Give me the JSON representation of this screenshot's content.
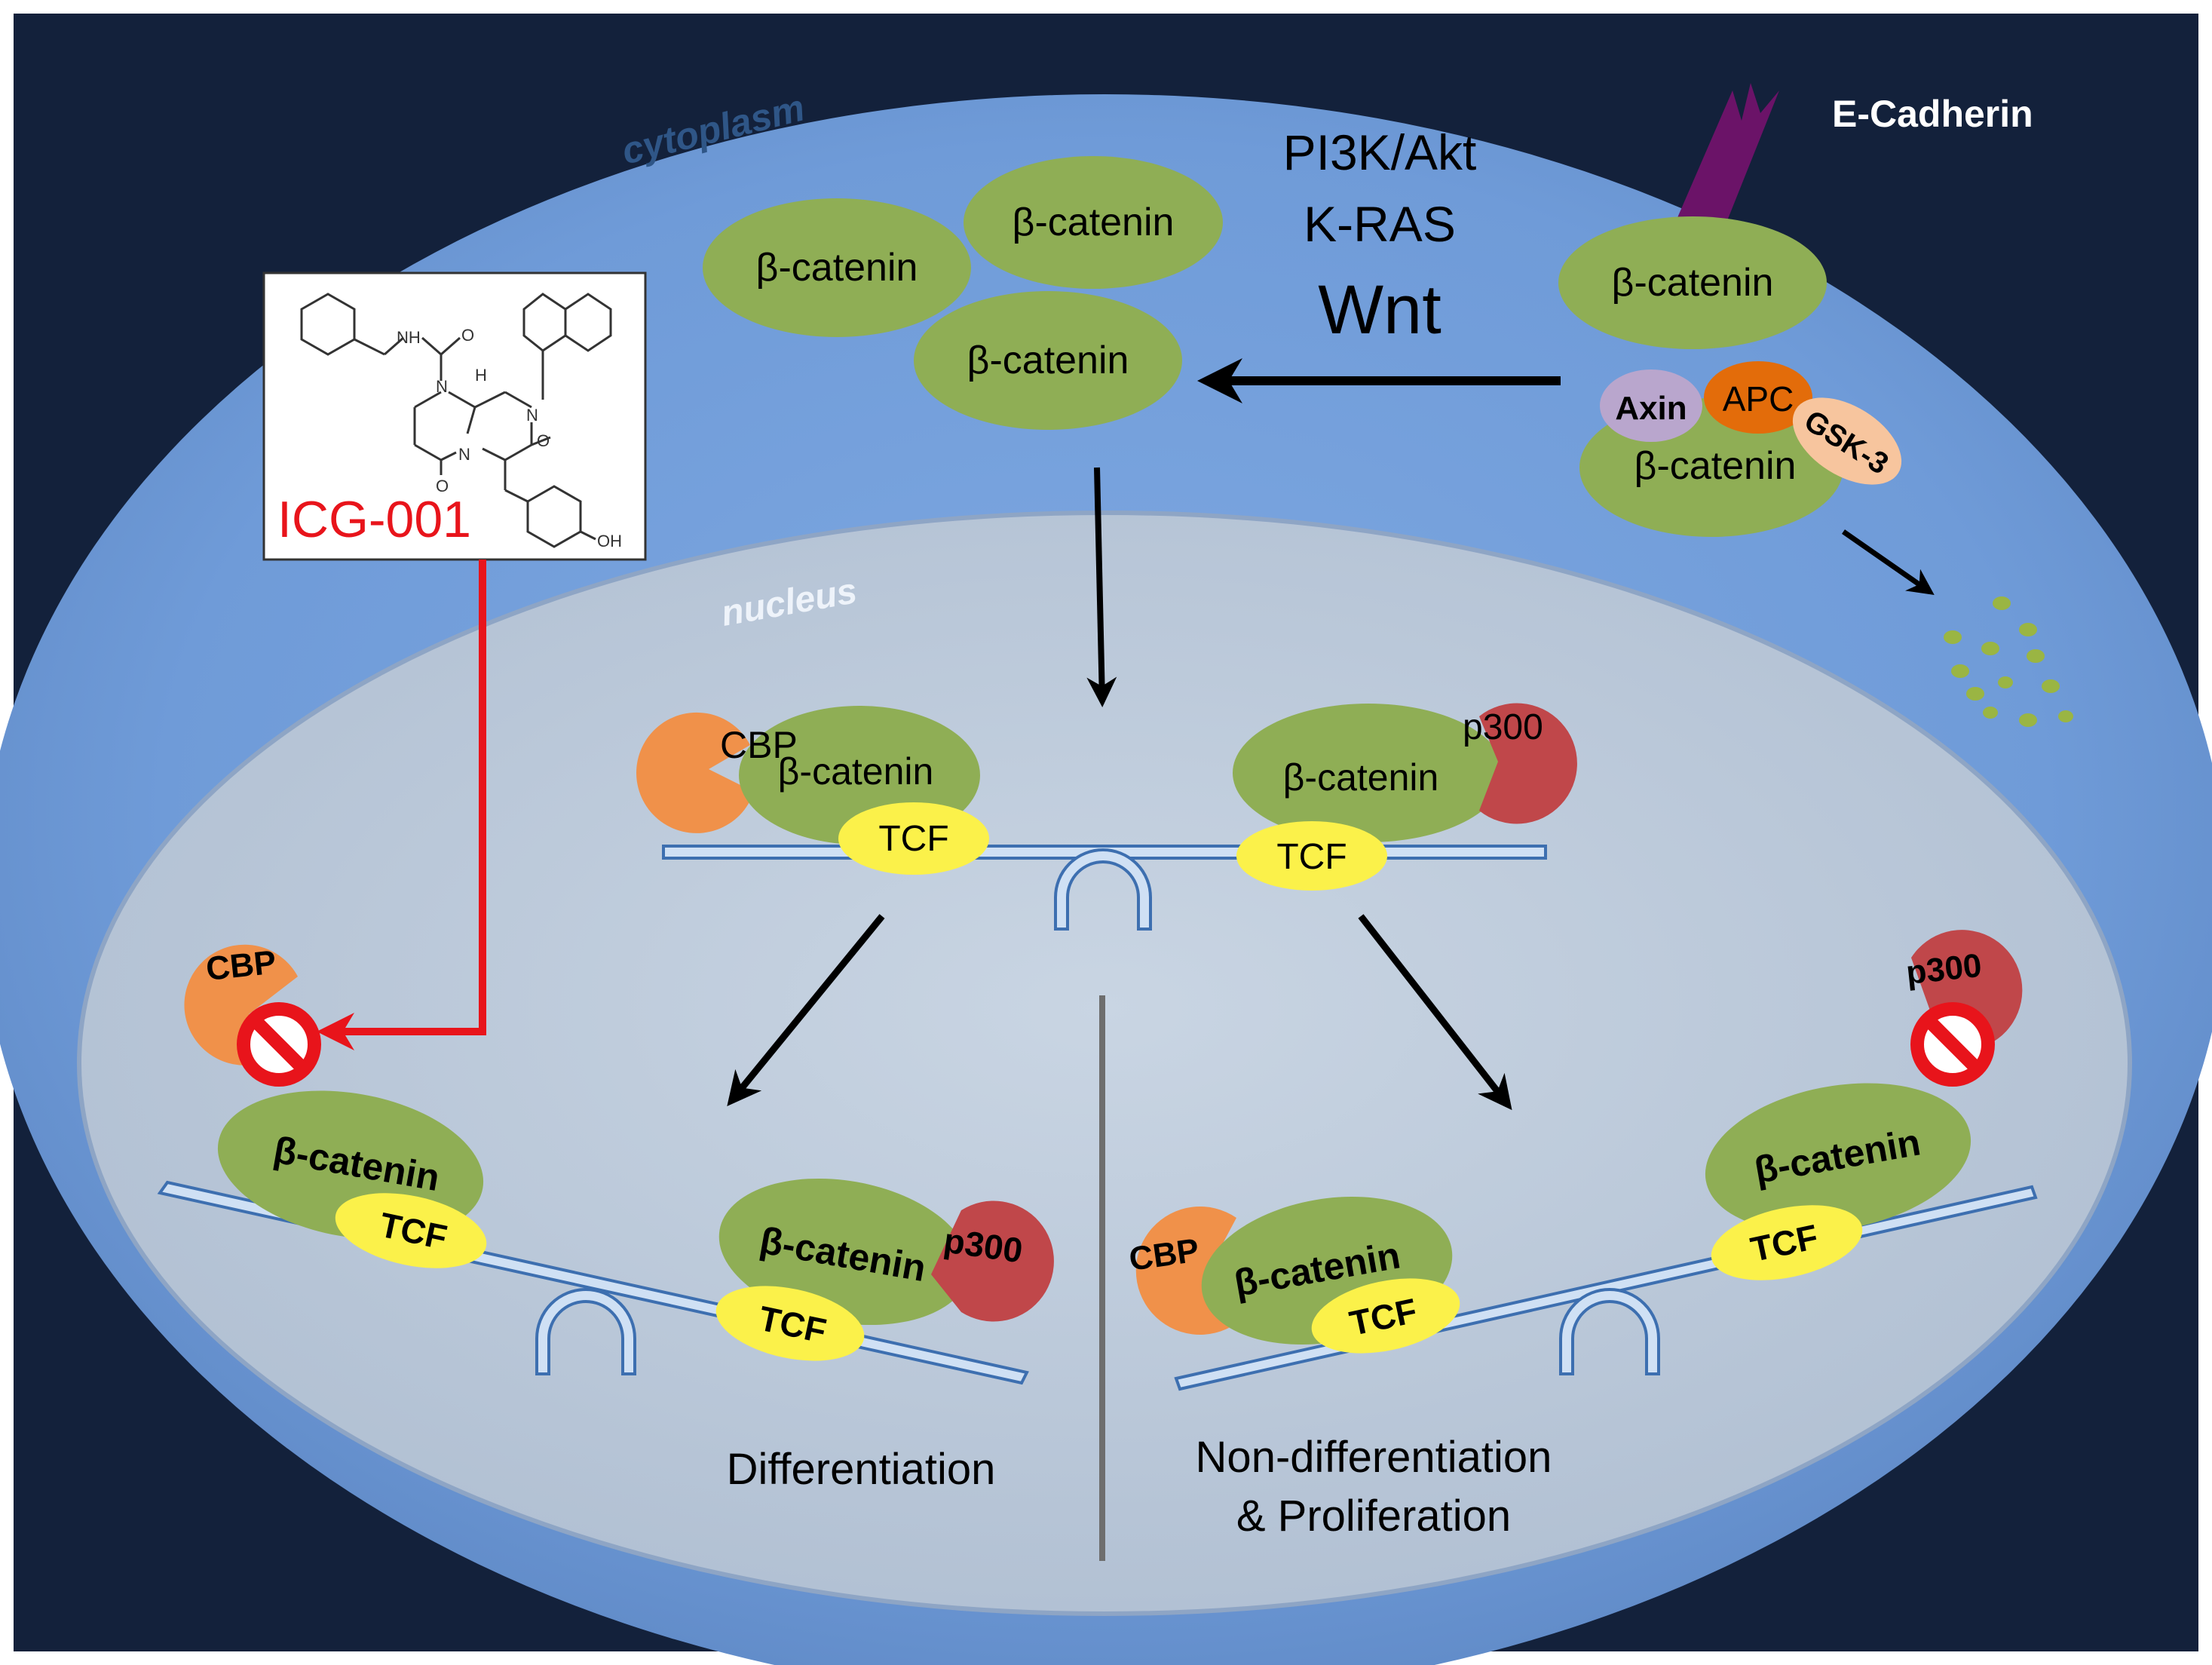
{
  "labels": {
    "cytoplasm": "cytoplasm",
    "nucleus": "nucleus",
    "e_cadherin": "E-Cadherin",
    "pi3k_akt": "PI3K/Akt",
    "k_ras": "K-RAS",
    "wnt": "Wnt",
    "drug_name": "ICG-001",
    "differentiation": "Differentiation",
    "non_diff_line1": "Non-differentiation",
    "non_diff_line2": "& Proliferation"
  },
  "proteins": {
    "beta_catenin": "β-catenin",
    "tcf": "TCF",
    "cbp": "CBP",
    "p300": "p300",
    "axin": "Axin",
    "apc": "APC",
    "gsk3": "GSK-3"
  },
  "structure_atoms": {
    "nh": "NH",
    "h": "H",
    "n": "N",
    "o": "O",
    "oh": "OH"
  },
  "colors": {
    "background": "#13213b",
    "cytoplasm": "#6f9bd8",
    "nucleus": "#bccadb",
    "beta_catenin": "#8fae55",
    "tcf": "#fbf14a",
    "cbp": "#f0914a",
    "p300": "#c0474a",
    "axin": "#b9a6cd",
    "apc": "#e36c0a",
    "gsk3": "#f7c59e",
    "dna": "#3d6fb0",
    "inhibition_arrow": "#e8141b",
    "e_cadherin": "#6b1368"
  },
  "icons": {
    "inhibit_cbp": "prohibition-icon",
    "inhibit_p300": "prohibition-icon"
  }
}
